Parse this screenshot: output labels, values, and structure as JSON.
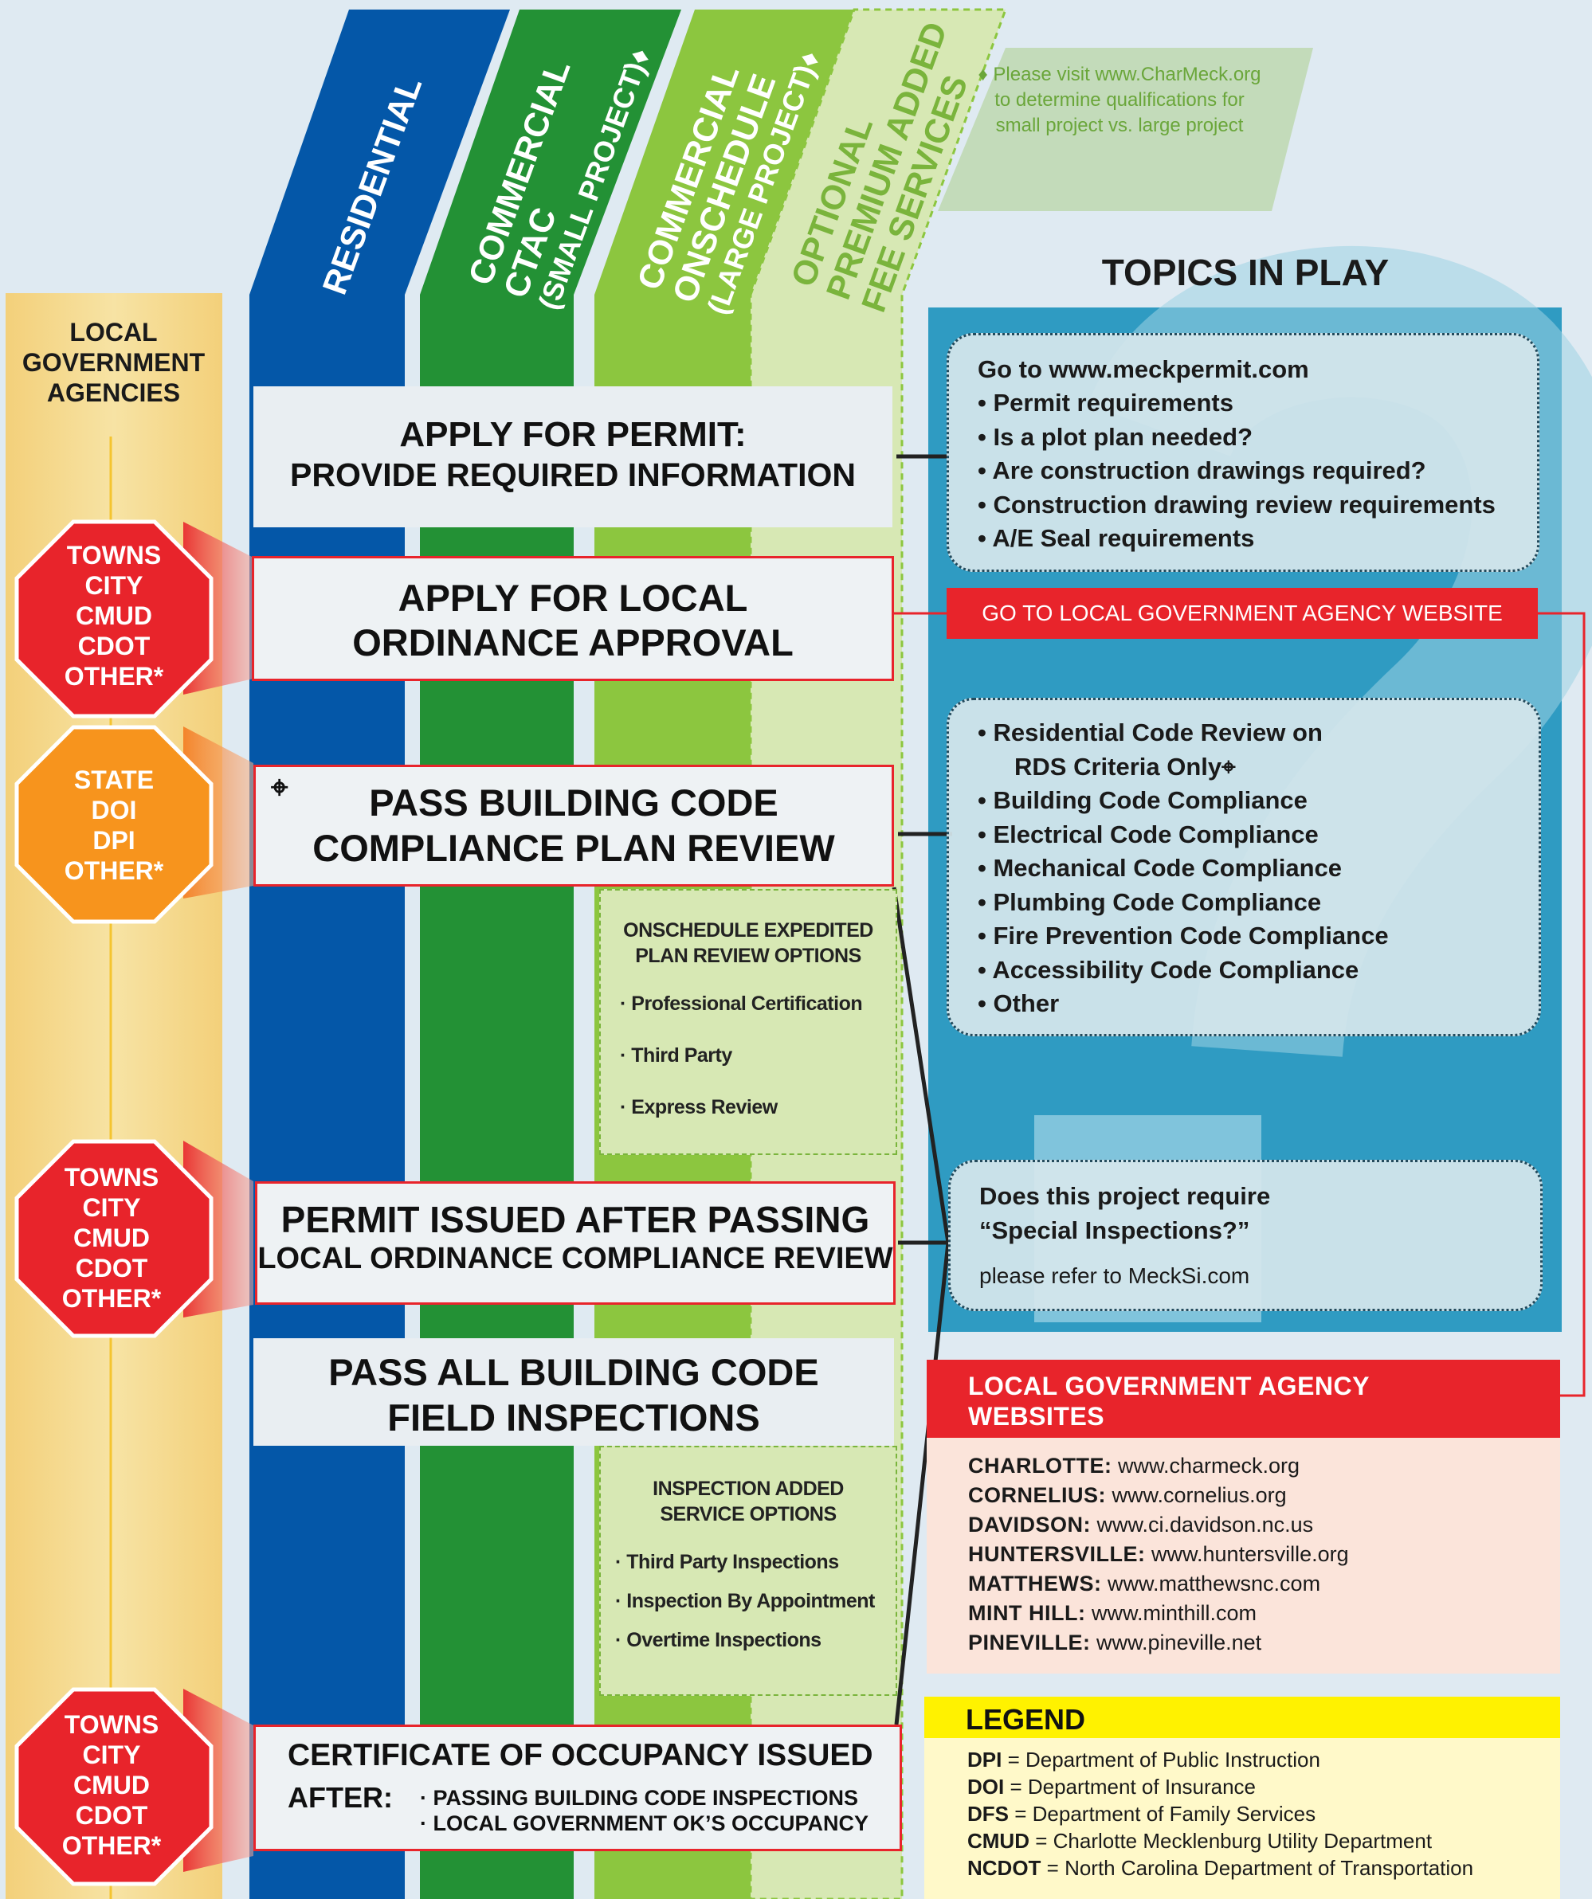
{
  "columns": {
    "residential": "RESIDENTIAL",
    "ctac": [
      "COMMERCIAL",
      "CTAC",
      "(SMALL PROJECT)♦"
    ],
    "onschedule": [
      "COMMERCIAL",
      "ONSCHEDULE",
      "(LARGE PROJECT)♦"
    ],
    "optional": [
      "OPTIONAL",
      "PREMIUM ADDED",
      "FEE SERVICES"
    ]
  },
  "note": "♦ Please visit www.CharMeck.org to determine qualifications for small project vs. large project",
  "local_gov": {
    "title": "LOCAL GOVERNMENT AGENCIES"
  },
  "octagons": [
    {
      "lines": [
        "TOWNS",
        "CITY",
        "CMUD",
        "CDOT",
        "OTHER*"
      ],
      "color": "#e8242b"
    },
    {
      "lines": [
        "STATE",
        "DOI",
        "DPI",
        "OTHER*"
      ],
      "color": "#f7941d"
    },
    {
      "lines": [
        "TOWNS",
        "CITY",
        "CMUD",
        "CDOT",
        "OTHER*"
      ],
      "color": "#e8242b"
    },
    {
      "lines": [
        "TOWNS",
        "CITY",
        "CMUD",
        "CDOT",
        "OTHER*"
      ],
      "color": "#e8242b"
    }
  ],
  "steps": {
    "apply_permit": [
      "APPLY FOR PERMIT:",
      "PROVIDE REQUIRED INFORMATION"
    ],
    "local_ordinance": [
      "APPLY FOR LOCAL",
      "ORDINANCE APPROVAL"
    ],
    "plan_review": [
      "PASS BUILDING CODE",
      "COMPLIANCE PLAN REVIEW"
    ],
    "plan_review_mark": "⌖",
    "permit_issued": [
      "PERMIT ISSUED AFTER PASSING",
      "LOCAL ORDINANCE COMPLIANCE REVIEW"
    ],
    "field_inspections": [
      "PASS ALL BUILDING CODE",
      "FIELD INSPECTIONS"
    ],
    "certificate": {
      "title": "CERTIFICATE OF OCCUPANCY ISSUED",
      "after": "AFTER:",
      "items": [
        "· PASSING BUILDING CODE INSPECTIONS",
        "· LOCAL GOVERNMENT OK’S OCCUPANCY"
      ]
    }
  },
  "options": {
    "plan_review": {
      "title": [
        "ONSCHEDULE EXPEDITED",
        "PLAN REVIEW OPTIONS"
      ],
      "items": [
        "· Professional Certification",
        "· Third Party",
        "· Express Review"
      ]
    },
    "inspection": {
      "title": [
        "INSPECTION ADDED",
        "SERVICE OPTIONS"
      ],
      "items": [
        "· Third Party Inspections",
        "· Inspection By Appointment",
        "· Overtime Inspections"
      ]
    }
  },
  "topics": {
    "title": "TOPICS IN PLAY",
    "box1": {
      "head": "Go to www.meckpermit.com",
      "items": [
        "• Permit requirements",
        "• Is a plot plan needed?",
        "• Are construction drawings required?",
        "• Construction drawing review requirements",
        "• A/E Seal requirements"
      ]
    },
    "goto_button": "GO TO LOCAL GOVERNMENT AGENCY WEBSITE",
    "box2": {
      "items": [
        "• Residential Code Review on",
        "RDS Criteria Only⌖",
        "• Building Code Compliance",
        "• Electrical Code Compliance",
        "• Mechanical Code Compliance",
        "• Plumbing Code Compliance",
        "• Fire Prevention Code Compliance",
        "• Accessibility Code Compliance",
        "• Other"
      ]
    },
    "box3": {
      "line1": "Does this project require",
      "line2": "“Special Inspections?”",
      "note": "please refer to MeckSi.com"
    }
  },
  "websites": {
    "title": [
      "LOCAL GOVERNMENT AGENCY",
      "WEBSITES"
    ],
    "rows": [
      {
        "name": "CHARLOTTE:",
        "url": "www.charmeck.org"
      },
      {
        "name": "CORNELIUS:",
        "url": "www.cornelius.org"
      },
      {
        "name": "DAVIDSON:",
        "url": "www.ci.davidson.nc.us"
      },
      {
        "name": "HUNTERSVILLE:",
        "url": "www.huntersville.org"
      },
      {
        "name": "MATTHEWS:",
        "url": "www.matthewsnc.com"
      },
      {
        "name": "MINT HILL:",
        "url": "www.minthill.com"
      },
      {
        "name": "PINEVILLE:",
        "url": "www.pineville.net"
      }
    ]
  },
  "legend": {
    "title": "LEGEND",
    "rows": [
      {
        "abbr": "DPI",
        "text": " = Department of Public Instruction"
      },
      {
        "abbr": "DOI",
        "text": " = Department of Insurance"
      },
      {
        "abbr": "DFS",
        "text": " = Department of Family Services"
      },
      {
        "abbr": "CMUD",
        "text": " = Charlotte Mecklenburg Utility Department"
      },
      {
        "abbr": "NCDOT",
        "text": " = North Carolina Department of Transportation"
      }
    ]
  },
  "colors": {
    "residential": "#0457a8",
    "ctac": "#239135",
    "onschedule": "#8cc63f",
    "optional": "#d7e8b4",
    "red": "#e8242b",
    "orange": "#f7941d",
    "topics_bg": "#2f9bc2",
    "local_gov_bg": "#f5dd8c"
  }
}
